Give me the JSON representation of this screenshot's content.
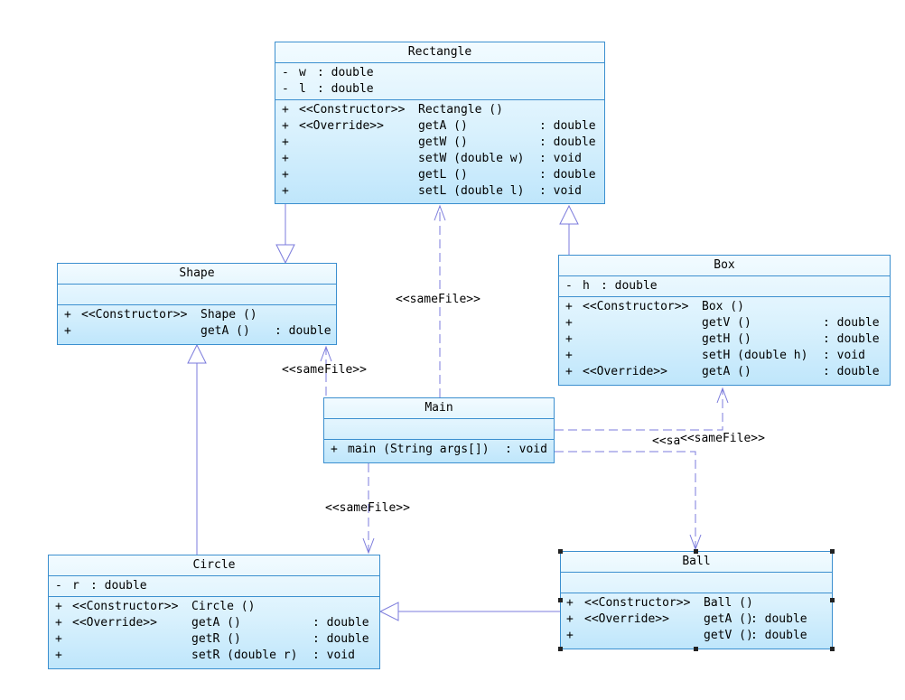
{
  "classes": {
    "rectangle": {
      "name": "Rectangle",
      "fields": [
        {
          "vis": "-",
          "name": "w",
          "type": ": double"
        },
        {
          "vis": "-",
          "name": "l",
          "type": ": double"
        }
      ],
      "methods": [
        {
          "vis": "+",
          "stereo": "<<Constructor>>",
          "sig": "Rectangle ()",
          "ret": ""
        },
        {
          "vis": "+",
          "stereo": "<<Override>>",
          "sig": "getA ()",
          "ret": ": double"
        },
        {
          "vis": "+",
          "stereo": "",
          "sig": "getW ()",
          "ret": ": double"
        },
        {
          "vis": "+",
          "stereo": "",
          "sig": "setW (double w)",
          "ret": ": void"
        },
        {
          "vis": "+",
          "stereo": "",
          "sig": "getL ()",
          "ret": ": double"
        },
        {
          "vis": "+",
          "stereo": "",
          "sig": "setL (double l)",
          "ret": ": void"
        }
      ]
    },
    "shape": {
      "name": "Shape",
      "methods": [
        {
          "vis": "+",
          "stereo": "<<Constructor>>",
          "sig": "Shape ()",
          "ret": ""
        },
        {
          "vis": "+",
          "stereo": "",
          "sig": "getA ()",
          "ret": ": double"
        }
      ]
    },
    "box": {
      "name": "Box",
      "fields": [
        {
          "vis": "-",
          "name": "h",
          "type": ": double"
        }
      ],
      "methods": [
        {
          "vis": "+",
          "stereo": "<<Constructor>>",
          "sig": "Box ()",
          "ret": ""
        },
        {
          "vis": "+",
          "stereo": "",
          "sig": "getV ()",
          "ret": ": double"
        },
        {
          "vis": "+",
          "stereo": "",
          "sig": "getH ()",
          "ret": ": double"
        },
        {
          "vis": "+",
          "stereo": "",
          "sig": "setH (double h)",
          "ret": ": void"
        },
        {
          "vis": "+",
          "stereo": "<<Override>>",
          "sig": "getA ()",
          "ret": ": double"
        }
      ]
    },
    "main": {
      "name": "Main",
      "methods": [
        {
          "vis": "+",
          "stereo": "",
          "sig": "main (String args[])",
          "ret": ": void"
        }
      ]
    },
    "circle": {
      "name": "Circle",
      "fields": [
        {
          "vis": "-",
          "name": "r",
          "type": ": double"
        }
      ],
      "methods": [
        {
          "vis": "+",
          "stereo": "<<Constructor>>",
          "sig": "Circle ()",
          "ret": ""
        },
        {
          "vis": "+",
          "stereo": "<<Override>>",
          "sig": "getA ()",
          "ret": ": double"
        },
        {
          "vis": "+",
          "stereo": "",
          "sig": "getR ()",
          "ret": ": double"
        },
        {
          "vis": "+",
          "stereo": "",
          "sig": "setR (double r)",
          "ret": ": void"
        }
      ]
    },
    "ball": {
      "name": "Ball",
      "methods": [
        {
          "vis": "+",
          "stereo": "<<Constructor>>",
          "sig": "Ball ()",
          "ret": ""
        },
        {
          "vis": "+",
          "stereo": "<<Override>>",
          "sig": "getA ()",
          "ret": ": double"
        },
        {
          "vis": "+",
          "stereo": "",
          "sig": "getV ()",
          "ret": ": double"
        }
      ]
    }
  },
  "relations": {
    "same_file_label": "<<sameFile>>",
    "overlap_fragment": "<<sa"
  },
  "colors": {
    "border": "#3b8fcf",
    "connector": "#7b7bdc"
  }
}
